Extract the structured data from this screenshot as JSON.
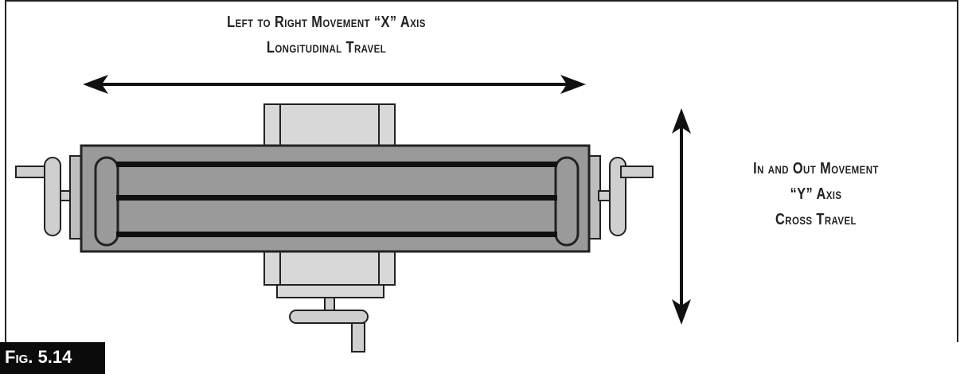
{
  "x_axis_label": {
    "line1": "Left to Right Movement “X” Axis",
    "line2": "Longitudinal Travel"
  },
  "y_axis_label": {
    "line1": "In and Out Movement",
    "line2": "“Y” Axis",
    "line3": "Cross Travel"
  },
  "figure_label": "Fig. 5.14",
  "colors": {
    "outline": "#222222",
    "table_fill": "#9a9a9a",
    "saddle_fill": "#d8d8d8",
    "rail_fill": "#111111",
    "background": "#ffffff",
    "fig_tag_bg": "#0b0b0b"
  }
}
